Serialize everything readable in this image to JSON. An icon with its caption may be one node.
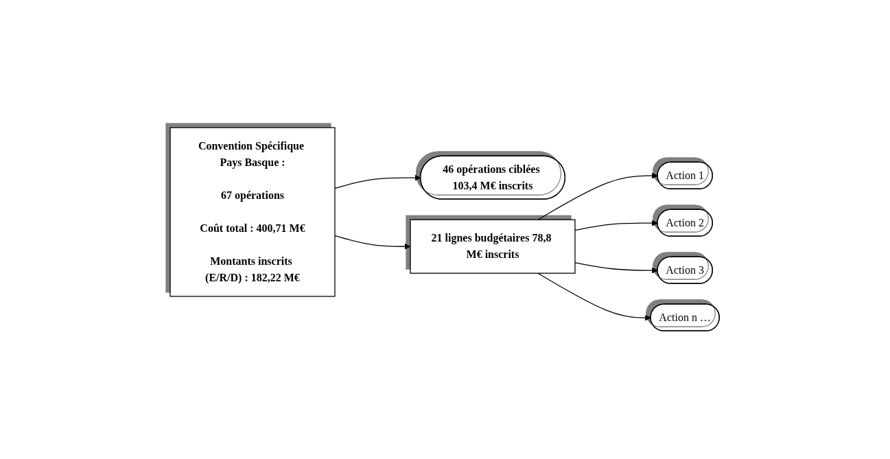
{
  "diagram": {
    "nodes": [
      {
        "text": [
          "Convention Spécifique Pays Basque :",
          "67 opérations",
          "Coût total : 400,71 M€",
          "Montants inscrits (E/R/D) : 182,22 M€"
        ]
      },
      {
        "text": [
          "46 opérations ciblées 103,4 M€ inscrits"
        ]
      },
      {
        "text": [
          "21 lignes budgétaires 78,8 M€ inscrits"
        ]
      },
      {
        "text": [
          "Action 1"
        ]
      },
      {
        "text": [
          "Action 2"
        ]
      },
      {
        "text": [
          "Action 3"
        ]
      },
      {
        "text": [
          "Action n …"
        ]
      }
    ],
    "edges": [
      {
        "from": 0,
        "to": 1,
        "arrow": "to"
      },
      {
        "from": 0,
        "to": 2,
        "arrow": "to"
      },
      {
        "from": 2,
        "to": 3,
        "arrow": "to"
      },
      {
        "from": 2,
        "to": 4,
        "arrow": "to"
      },
      {
        "from": 2,
        "to": 5,
        "arrow": "to"
      },
      {
        "from": 2,
        "to": 6,
        "arrow": "to"
      }
    ]
  }
}
